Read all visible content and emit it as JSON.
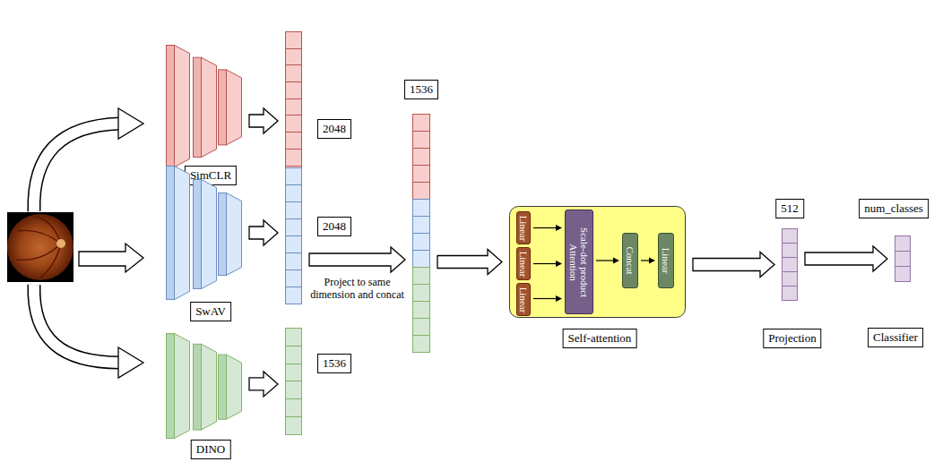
{
  "diagram": {
    "nodes": [
      {
        "text": [
          "SimCLR"
        ]
      },
      {
        "text": [
          "2048"
        ]
      },
      {
        "text": [
          "SwAV"
        ]
      },
      {
        "text": [
          "2048"
        ]
      },
      {
        "text": [
          "DINO"
        ]
      },
      {
        "text": [
          "1536"
        ]
      },
      {
        "text": [
          "1536"
        ]
      },
      {
        "text": [
          "Self-attention"
        ]
      },
      {
        "text": [
          "Linear"
        ],
        "in": 7
      },
      {
        "text": [
          "Linear"
        ],
        "in": 7
      },
      {
        "text": [
          "Linear"
        ],
        "in": 7
      },
      {
        "text": [
          "Scale-dot product Attention"
        ],
        "in": 7
      },
      {
        "text": [
          "Concat"
        ],
        "in": 7
      },
      {
        "text": [
          "Linear"
        ],
        "in": 7
      },
      {
        "text": [
          "512",
          "Projection"
        ]
      },
      {
        "text": [
          "num_classes",
          "Classifier"
        ]
      }
    ],
    "edges": [
      {
        "from": 0,
        "to": 1,
        "arrow": "to"
      },
      {
        "from": 2,
        "to": 3,
        "arrow": "to"
      },
      {
        "from": 4,
        "to": 5,
        "arrow": "to"
      },
      {
        "from": 3,
        "to": 6,
        "arrow": "to",
        "label": "Project to same dimension and concat"
      },
      {
        "from": 6,
        "to": 7,
        "arrow": "to"
      },
      {
        "from": 8,
        "to": 11,
        "arrow": "to"
      },
      {
        "from": 9,
        "to": 11,
        "arrow": "to"
      },
      {
        "from": 10,
        "to": 11,
        "arrow": "to"
      },
      {
        "from": 11,
        "to": 12,
        "arrow": "to"
      },
      {
        "from": 12,
        "to": 13,
        "arrow": "to"
      },
      {
        "from": 7,
        "to": 14,
        "arrow": "to"
      },
      {
        "from": 14,
        "to": 15,
        "arrow": "to"
      }
    ]
  }
}
